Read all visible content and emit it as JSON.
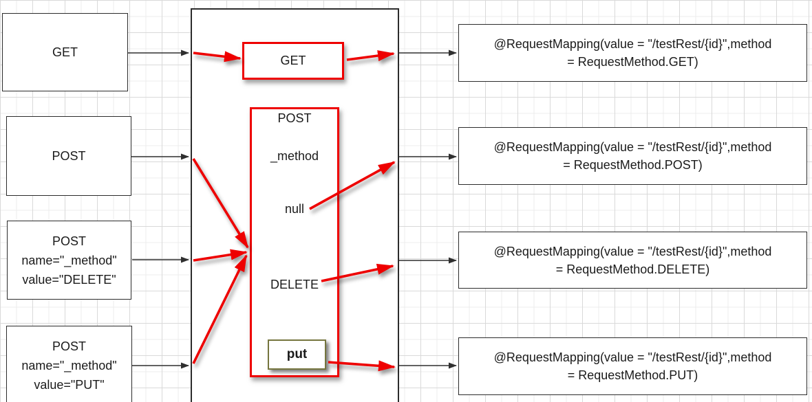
{
  "diagram": {
    "left_nodes": [
      {
        "lines": [
          "GET"
        ]
      },
      {
        "lines": [
          "POST"
        ]
      },
      {
        "lines": [
          "POST",
          "name=\"_method\"",
          "value=\"DELETE\""
        ]
      },
      {
        "lines": [
          "POST",
          "name=\"_method\"",
          "value=\"PUT\""
        ]
      }
    ],
    "dispatcher": {
      "get_label": "GET",
      "post_label": "POST",
      "method_label": "_method",
      "null_label": "null",
      "delete_label": "DELETE",
      "put_label": "put"
    },
    "right_nodes": [
      {
        "line1": "@RequestMapping(value = \"/testRest/{id}\",method",
        "line2": "= RequestMethod.GET)"
      },
      {
        "line1": "@RequestMapping(value = \"/testRest/{id}\",method",
        "line2": "= RequestMethod.POST)"
      },
      {
        "line1": "@RequestMapping(value = \"/testRest/{id}\",method",
        "line2": "= RequestMethod.DELETE)"
      },
      {
        "line1": "@RequestMapping(value = \"/testRest/{id}\",method",
        "line2": "= RequestMethod.PUT)"
      }
    ],
    "colors": {
      "highlight_red": "#ee0000",
      "connector_black": "#2f2f2f",
      "put_box_border": "#75753e",
      "grid_line": "#d9d9d9"
    }
  }
}
